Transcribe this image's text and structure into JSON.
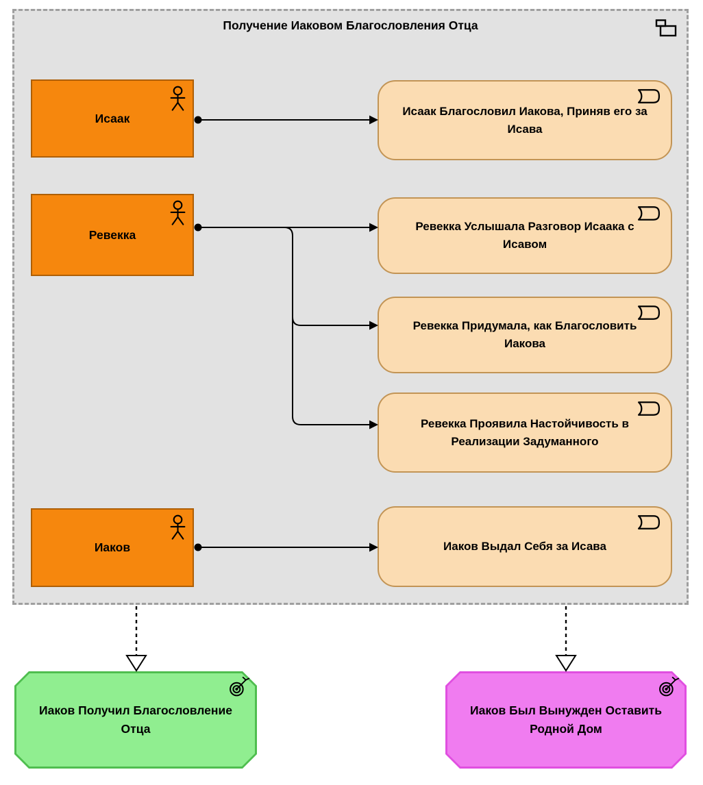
{
  "container": {
    "title": "Получение Иаковом Благословления Отца",
    "icon": "product-icon",
    "fill": "#E2E2E2",
    "border": "#9F9F9F"
  },
  "actors": [
    {
      "label": "Исаак",
      "icon": "business-actor-icon"
    },
    {
      "label": "Ревекка",
      "icon": "business-actor-icon"
    },
    {
      "label": "Иаков",
      "icon": "business-actor-icon"
    }
  ],
  "actor_style": {
    "fill": "#F6870D",
    "border": "#AE5F06"
  },
  "events": [
    {
      "label": "Исаак Благословил Иакова, Приняв его за Исава",
      "icon": "business-event-icon"
    },
    {
      "label": "Ревекка Услышала Разговор Исаака с Исавом",
      "icon": "business-event-icon"
    },
    {
      "label": "Ревекка Придумала, как Благословить Иакова",
      "icon": "business-event-icon"
    },
    {
      "label": "Ревекка Проявила Настойчивость в Реализации Задуманного",
      "icon": "business-event-icon"
    },
    {
      "label": "Иаков Выдал Себя за Исава",
      "icon": "business-event-icon"
    }
  ],
  "event_style": {
    "fill": "#FBDCB2",
    "border": "#C29455"
  },
  "goals": [
    {
      "label": "Иаков Получил Благословление Отца",
      "icon": "goal-icon",
      "fill": "#90EE90",
      "border": "#4FBE4F"
    },
    {
      "label": "Иаков Был Вынужден Оставить Родной Дом",
      "icon": "goal-icon",
      "fill": "#F07CF0",
      "border": "#E04FE0"
    }
  ],
  "relations": [
    {
      "type": "assignment",
      "from": "Исаак",
      "to": "Исаак Благословил Иакова, Приняв его за Исава"
    },
    {
      "type": "assignment",
      "from": "Ревекка",
      "to": "Ревекка Услышала Разговор Исаака с Исавом"
    },
    {
      "type": "assignment",
      "from": "Ревекка",
      "to": "Ревекка Придумала, как Благословить Иакова"
    },
    {
      "type": "assignment",
      "from": "Ревекка",
      "to": "Ревекка Проявила Настойчивость в Реализации Задуманного"
    },
    {
      "type": "assignment",
      "from": "Иаков",
      "to": "Иаков Выдал Себя за Исава"
    },
    {
      "type": "realization",
      "from": "Получение Иаковом Благословления Отца",
      "to": "Иаков Получил Благословление Отца"
    },
    {
      "type": "realization",
      "from": "Получение Иаковом Благословления Отца",
      "to": "Иаков Был Вынужден Оставить Родной Дом"
    }
  ],
  "connector_color": "#000000"
}
